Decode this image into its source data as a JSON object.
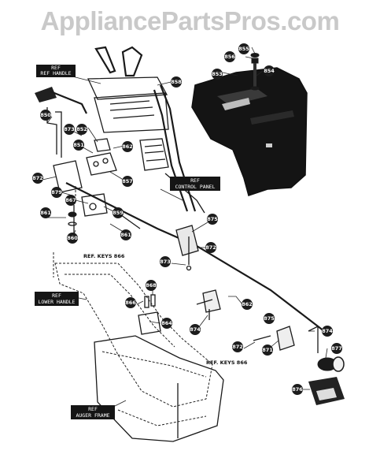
{
  "watermark": "AppliancePartsPros.com",
  "labels": {
    "ref_top": [
      "REF",
      "REF HANDLE"
    ],
    "ref_control_panel": [
      "REF",
      "CONTROL PANEL"
    ],
    "ref_lower_handle": [
      "REF",
      "LOWER HANDLE"
    ],
    "ref_auger_frame": [
      "REF",
      "AUGER FRAME"
    ],
    "ref_keys_866_a": "REF. KEYS 866",
    "ref_keys_866_b": "REF. KEYS 866"
  },
  "callouts": {
    "c855": "855",
    "c856": "856",
    "c853": "853",
    "c854": "854",
    "c858": "858",
    "c850": "850",
    "c873a": "873",
    "c852": "852",
    "c851": "851",
    "c862": "862",
    "c872a": "872",
    "c879": "879",
    "c857": "857",
    "c867": "867",
    "c861a": "861",
    "c859": "859",
    "c860": "860",
    "c861b": "861",
    "c875a": "875",
    "c872b": "872",
    "c873b": "873",
    "c868": "868",
    "c866": "866",
    "c864": "864",
    "c874a": "874",
    "c862b": "862",
    "c875b": "875",
    "c874b": "874",
    "c872c": "872",
    "c871": "871",
    "c877": "877",
    "c876": "876"
  }
}
